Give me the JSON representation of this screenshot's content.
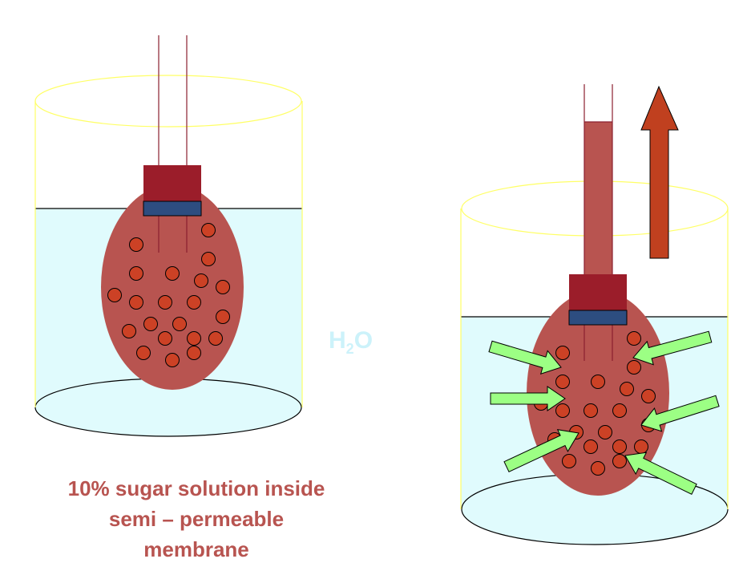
{
  "caption": {
    "line1": "10% sugar solution inside",
    "line2": "semi – permeable",
    "line3": "membrane"
  },
  "water_label": {
    "main": "H",
    "sub": "2",
    "tail": "O"
  },
  "colors": {
    "water": "#e0fbfd",
    "beaker_outline": "#ffff66",
    "bag": "#b85450",
    "molecule": "#cc4125",
    "stopper": "#9b1d2a",
    "membrane_band": "#2d4d80",
    "tube_fill": "#b85450",
    "up_arrow": "#c0401f",
    "inflow_arrow": "#9cff84",
    "caption_text": "#b85450",
    "water_label_text": "#ccf2fa"
  },
  "icons": [
    "beaker-icon",
    "membrane-bag-icon",
    "up-arrow-icon",
    "inflow-arrow-icon"
  ]
}
